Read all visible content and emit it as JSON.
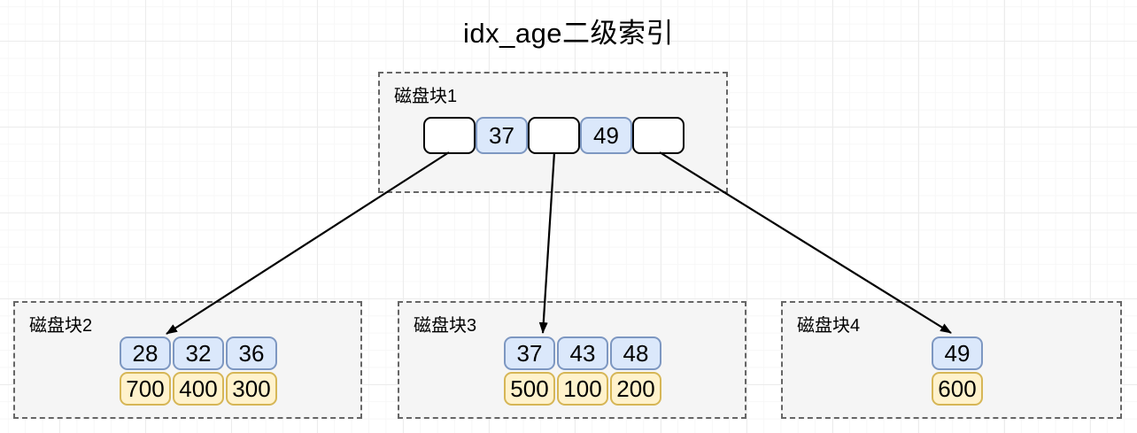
{
  "title": "idx_age二级索引",
  "blocks": {
    "block1": {
      "label": "磁盘块1",
      "keys": [
        "37",
        "49"
      ],
      "pointer_count": 3
    },
    "block2": {
      "label": "磁盘块2",
      "keys": [
        "28",
        "32",
        "36"
      ],
      "values": [
        "700",
        "400",
        "300"
      ]
    },
    "block3": {
      "label": "磁盘块3",
      "keys": [
        "37",
        "43",
        "48"
      ],
      "values": [
        "500",
        "100",
        "200"
      ]
    },
    "block4": {
      "label": "磁盘块4",
      "keys": [
        "49"
      ],
      "values": [
        "600"
      ]
    }
  },
  "arrows": [
    {
      "from": "磁盘块1 pointer 1",
      "to": "磁盘块2"
    },
    {
      "from": "磁盘块1 pointer 2",
      "to": "磁盘块3"
    },
    {
      "from": "磁盘块1 pointer 3",
      "to": "磁盘块4"
    }
  ],
  "colors": {
    "key_fill": "#dbe8fb",
    "key_border": "#7d97c1",
    "value_fill": "#fff2cc",
    "value_border": "#d6b656",
    "pointer_fill": "#ffffff",
    "pointer_border": "#000000",
    "block_fill": "#f5f5f5",
    "block_border": "#666666",
    "arrow": "#000000",
    "text": "#000000"
  }
}
